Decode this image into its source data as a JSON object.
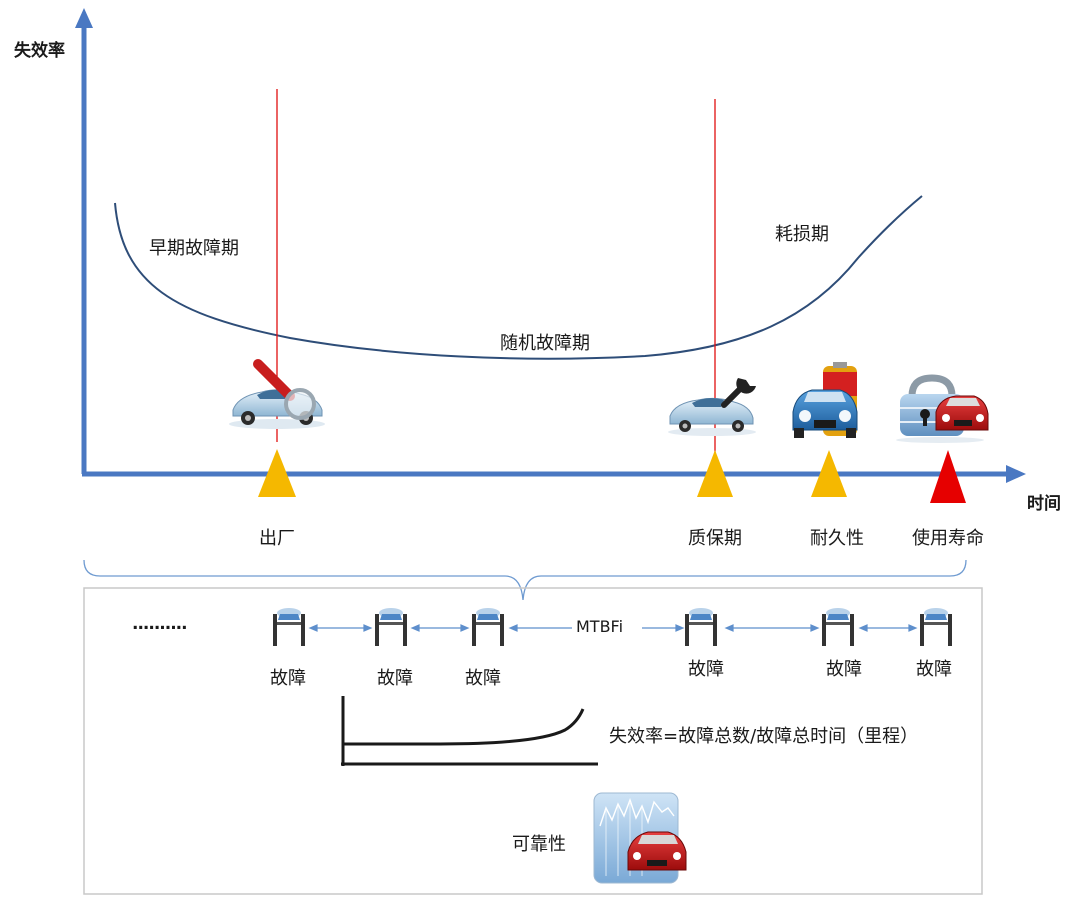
{
  "axes": {
    "y_label": "失效率",
    "x_label": "时间"
  },
  "curve_labels": {
    "early": "早期故障期",
    "random": "随机故障期",
    "wearout": "耗损期"
  },
  "milestones": [
    {
      "label": "出厂",
      "color": "#f5b800"
    },
    {
      "label": "质保期",
      "color": "#f5b800"
    },
    {
      "label": "耐久性",
      "color": "#f5b800"
    },
    {
      "label": "使用寿命",
      "color": "#e60000"
    }
  ],
  "failures": {
    "dots": "..........",
    "fault_label": "故障",
    "fault_count": 6,
    "interval_label": "MTBFi"
  },
  "formula": "失效率=故障总数/故障总时间（里程）",
  "reliability_label": "可靠性",
  "colors": {
    "axis": "#4a78c2",
    "curve": "#2e4d78",
    "marker_line": "#e01010",
    "brace": "#6f9bd1",
    "box_border": "#c8c8c8"
  },
  "icons": {
    "factory_car": "car-magnifier-icon",
    "warranty_car": "car-wrench-icon",
    "durability_car": "car-battery-icon",
    "life_car": "car-lock-icon",
    "fault": "car-lift-icon",
    "reliability": "car-chart-icon"
  }
}
